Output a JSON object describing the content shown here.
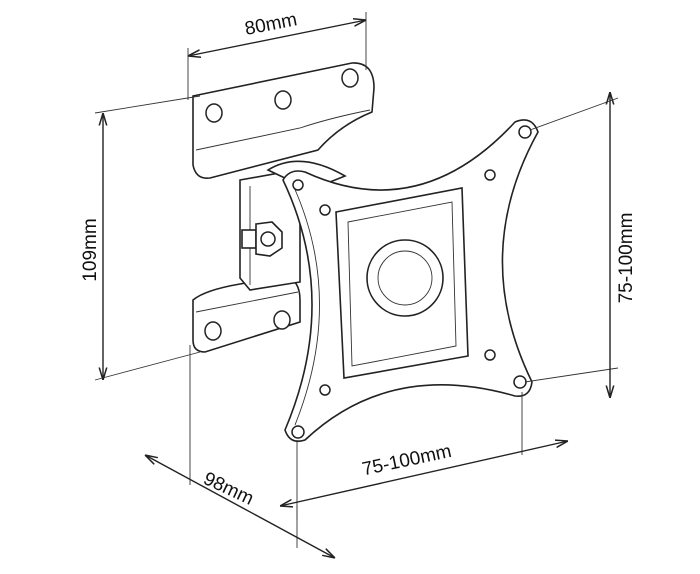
{
  "title": "Wall mount bracket dimensions",
  "dimensions": {
    "plate_width": "80mm",
    "plate_height": "109mm",
    "vesa_vertical": "75-100mm",
    "vesa_horizontal": "75-100mm",
    "depth": "98mm"
  }
}
